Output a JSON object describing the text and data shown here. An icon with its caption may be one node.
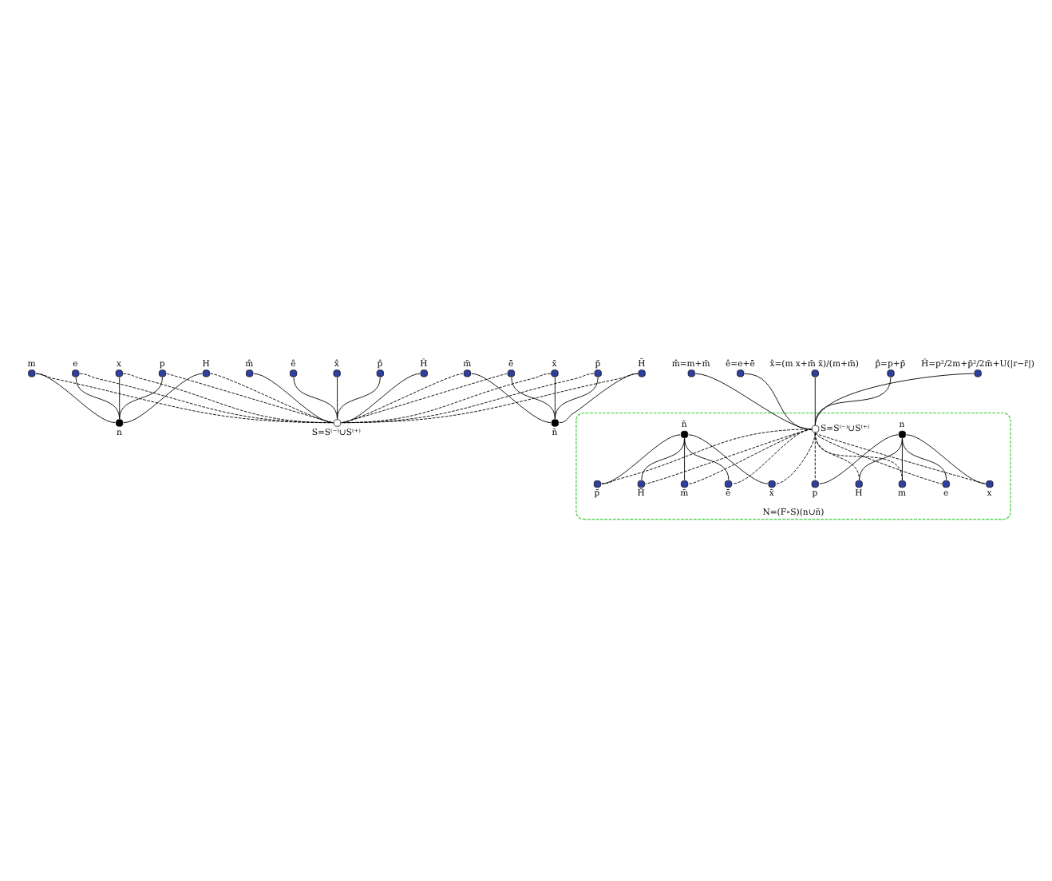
{
  "diagram": {
    "nodes": [
      {
        "text": [],
        "shape": "circle",
        "beside": [
          "m"
        ]
      },
      {
        "text": [],
        "shape": "circle",
        "beside": [
          "e"
        ]
      },
      {
        "text": [],
        "shape": "circle",
        "beside": [
          "x"
        ]
      },
      {
        "text": [],
        "shape": "circle",
        "beside": [
          "p"
        ]
      },
      {
        "text": [],
        "shape": "circle",
        "beside": [
          "H"
        ]
      },
      {
        "text": [],
        "shape": "circle",
        "beside": [
          "n"
        ]
      },
      {
        "text": [],
        "shape": "circle",
        "beside": [
          "m̄"
        ]
      },
      {
        "text": [],
        "shape": "circle",
        "beside": [
          "ē"
        ]
      },
      {
        "text": [],
        "shape": "circle",
        "beside": [
          "x̄"
        ]
      },
      {
        "text": [],
        "shape": "circle",
        "beside": [
          "p̄"
        ]
      },
      {
        "text": [],
        "shape": "circle",
        "beside": [
          "H̄"
        ]
      },
      {
        "text": [],
        "shape": "circle",
        "beside": [
          "n̄"
        ]
      },
      {
        "text": [],
        "shape": "circle",
        "beside": [
          "m̂"
        ]
      },
      {
        "text": [],
        "shape": "circle",
        "beside": [
          "ê"
        ]
      },
      {
        "text": [],
        "shape": "circle",
        "beside": [
          "x̂"
        ]
      },
      {
        "text": [],
        "shape": "circle",
        "beside": [
          "p̂"
        ]
      },
      {
        "text": [],
        "shape": "circle",
        "beside": [
          "Ĥ"
        ]
      },
      {
        "text": [],
        "shape": "circle",
        "beside": [
          "S=S⁽⁻⁾∪S⁽⁺⁾"
        ]
      },
      {
        "text": [],
        "shape": "circle",
        "beside": [
          "m̂=m+m̄"
        ]
      },
      {
        "text": [],
        "shape": "circle",
        "beside": [
          "ê=e+ē"
        ]
      },
      {
        "text": [],
        "shape": "circle",
        "beside": [
          "x̂=(m x+m̄ x̄)/(m+m̄)"
        ]
      },
      {
        "text": [],
        "shape": "circle",
        "beside": [
          "p̂=p+p̄"
        ]
      },
      {
        "text": [],
        "shape": "circle",
        "beside": [
          "Ĥ=p²/2m+p̄²/2m̄+U(|r−r̄|)"
        ]
      },
      {
        "text": [
          "N=(F∘S)(n∪n̄)"
        ]
      },
      {
        "text": [],
        "shape": "circle",
        "beside": [
          "S=S⁽⁻⁾∪S⁽⁺⁾"
        ],
        "in": 23
      },
      {
        "text": [],
        "shape": "circle",
        "beside": [
          "n"
        ],
        "in": 23
      },
      {
        "text": [],
        "shape": "circle",
        "beside": [
          "m"
        ],
        "in": 23
      },
      {
        "text": [],
        "shape": "circle",
        "beside": [
          "e"
        ],
        "in": 23
      },
      {
        "text": [],
        "shape": "circle",
        "beside": [
          "x"
        ],
        "in": 23
      },
      {
        "text": [],
        "shape": "circle",
        "beside": [
          "p"
        ],
        "in": 23
      },
      {
        "text": [],
        "shape": "circle",
        "beside": [
          "H"
        ],
        "in": 23
      },
      {
        "text": [],
        "shape": "circle",
        "beside": [
          "m̄"
        ],
        "in": 23
      },
      {
        "text": [],
        "shape": "circle",
        "beside": [
          "ē"
        ],
        "in": 23
      },
      {
        "text": [],
        "shape": "circle",
        "beside": [
          "x̄"
        ],
        "in": 23
      },
      {
        "text": [],
        "shape": "circle",
        "beside": [
          "p̄"
        ],
        "in": 23
      },
      {
        "text": [],
        "shape": "circle",
        "beside": [
          "H̄"
        ],
        "in": 23
      },
      {
        "text": [],
        "shape": "circle",
        "beside": [
          "n̄"
        ],
        "in": 23
      }
    ],
    "edges": [
      {
        "from": 0,
        "to": 5,
        "arrow": "none"
      },
      {
        "from": 1,
        "to": 5,
        "arrow": "none"
      },
      {
        "from": 2,
        "to": 5,
        "arrow": "none"
      },
      {
        "from": 3,
        "to": 5,
        "arrow": "none"
      },
      {
        "from": 4,
        "to": 5,
        "arrow": "none"
      },
      {
        "from": 6,
        "to": 11,
        "arrow": "none"
      },
      {
        "from": 7,
        "to": 11,
        "arrow": "none"
      },
      {
        "from": 8,
        "to": 11,
        "arrow": "none"
      },
      {
        "from": 9,
        "to": 11,
        "arrow": "none"
      },
      {
        "from": 10,
        "to": 11,
        "arrow": "none"
      },
      {
        "from": 0,
        "to": 17,
        "arrow": "none",
        "style": "dashed"
      },
      {
        "from": 1,
        "to": 17,
        "arrow": "none",
        "style": "dashed"
      },
      {
        "from": 2,
        "to": 17,
        "arrow": "none",
        "style": "dashed"
      },
      {
        "from": 3,
        "to": 17,
        "arrow": "none",
        "style": "dashed"
      },
      {
        "from": 4,
        "to": 17,
        "arrow": "none",
        "style": "dashed"
      },
      {
        "from": 6,
        "to": 17,
        "arrow": "none",
        "style": "dashed"
      },
      {
        "from": 7,
        "to": 17,
        "arrow": "none",
        "style": "dashed"
      },
      {
        "from": 8,
        "to": 17,
        "arrow": "none",
        "style": "dashed"
      },
      {
        "from": 9,
        "to": 17,
        "arrow": "none",
        "style": "dashed"
      },
      {
        "from": 10,
        "to": 17,
        "arrow": "none",
        "style": "dashed"
      },
      {
        "from": 12,
        "to": 17,
        "arrow": "none"
      },
      {
        "from": 13,
        "to": 17,
        "arrow": "none"
      },
      {
        "from": 14,
        "to": 17,
        "arrow": "none"
      },
      {
        "from": 15,
        "to": 17,
        "arrow": "none"
      },
      {
        "from": 16,
        "to": 17,
        "arrow": "none"
      },
      {
        "from": 18,
        "to": 24,
        "arrow": "none"
      },
      {
        "from": 19,
        "to": 24,
        "arrow": "none"
      },
      {
        "from": 20,
        "to": 24,
        "arrow": "none"
      },
      {
        "from": 21,
        "to": 24,
        "arrow": "none"
      },
      {
        "from": 22,
        "to": 24,
        "arrow": "none"
      },
      {
        "from": 24,
        "to": 26,
        "arrow": "none",
        "style": "dashed"
      },
      {
        "from": 24,
        "to": 27,
        "arrow": "none",
        "style": "dashed"
      },
      {
        "from": 24,
        "to": 28,
        "arrow": "none",
        "style": "dashed"
      },
      {
        "from": 24,
        "to": 29,
        "arrow": "none",
        "style": "dashed"
      },
      {
        "from": 24,
        "to": 30,
        "arrow": "none",
        "style": "dashed"
      },
      {
        "from": 24,
        "to": 31,
        "arrow": "none",
        "style": "dashed"
      },
      {
        "from": 24,
        "to": 32,
        "arrow": "none",
        "style": "dashed"
      },
      {
        "from": 24,
        "to": 33,
        "arrow": "none",
        "style": "dashed"
      },
      {
        "from": 24,
        "to": 34,
        "arrow": "none",
        "style": "dashed"
      },
      {
        "from": 24,
        "to": 35,
        "arrow": "none",
        "style": "dashed"
      },
      {
        "from": 25,
        "to": 26,
        "arrow": "none"
      },
      {
        "from": 25,
        "to": 27,
        "arrow": "none"
      },
      {
        "from": 25,
        "to": 28,
        "arrow": "none"
      },
      {
        "from": 25,
        "to": 29,
        "arrow": "none"
      },
      {
        "from": 25,
        "to": 30,
        "arrow": "none"
      },
      {
        "from": 36,
        "to": 31,
        "arrow": "none"
      },
      {
        "from": 36,
        "to": 32,
        "arrow": "none"
      },
      {
        "from": 36,
        "to": 33,
        "arrow": "none"
      },
      {
        "from": 36,
        "to": 34,
        "arrow": "none"
      },
      {
        "from": 36,
        "to": 35,
        "arrow": "none"
      }
    ]
  }
}
